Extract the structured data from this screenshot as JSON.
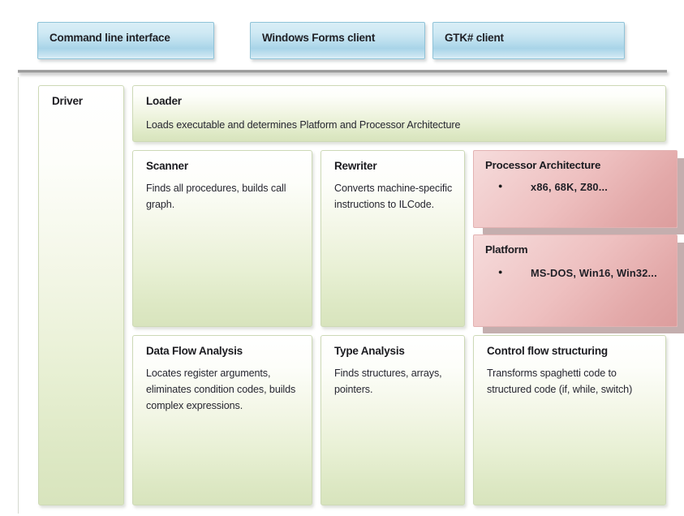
{
  "diagram": {
    "title": "Decompiler architecture diagram",
    "colors": {
      "client_fill_light": "#d9eef6",
      "client_fill_dark": "#a8d4e8",
      "client_border": "#8fc3d8",
      "green_fill_light": "#ffffff",
      "green_fill_dark": "#d8e4bd",
      "green_border": "#cdd9b6",
      "pink_fill_light": "#f6dcdc",
      "pink_fill_dark": "#dc9d9d",
      "pink_border": "#e3b2b2",
      "pink_shadow": "#a07c7c",
      "separator": "#8d8d8d",
      "text": "#1b1b20"
    },
    "clients": [
      {
        "id": "command-line-interface",
        "label": "Command line interface"
      },
      {
        "id": "windows-forms-client",
        "label": "Windows Forms client"
      },
      {
        "id": "gtk-sharp-client",
        "label": "GTK# client"
      }
    ],
    "driver": {
      "title": "Driver"
    },
    "loader": {
      "title": "Loader",
      "body": "Loads executable and determines Platform and Processor Architecture"
    },
    "stages": [
      {
        "id": "scanner",
        "title": "Scanner",
        "body": "Finds all procedures, builds call graph."
      },
      {
        "id": "rewriter",
        "title": "Rewriter",
        "body": "Converts machine-specific instructions to ILCode."
      },
      {
        "id": "data-flow-analysis",
        "title": "Data Flow Analysis",
        "body": "Locates register arguments, eliminates condition codes, builds complex expressions."
      },
      {
        "id": "type-analysis",
        "title": "Type Analysis",
        "body": "Finds structures, arrays, pointers."
      },
      {
        "id": "control-flow-structuring",
        "title": "Control flow structuring",
        "body": "Transforms spaghetti code to structured code (if, while, switch)"
      }
    ],
    "targets": [
      {
        "id": "processor-architecture",
        "title": "Processor Architecture",
        "items": [
          "x86,  68K, Z80..."
        ]
      },
      {
        "id": "platform",
        "title": "Platform",
        "items": [
          "MS-DOS, Win16, Win32..."
        ]
      }
    ]
  }
}
